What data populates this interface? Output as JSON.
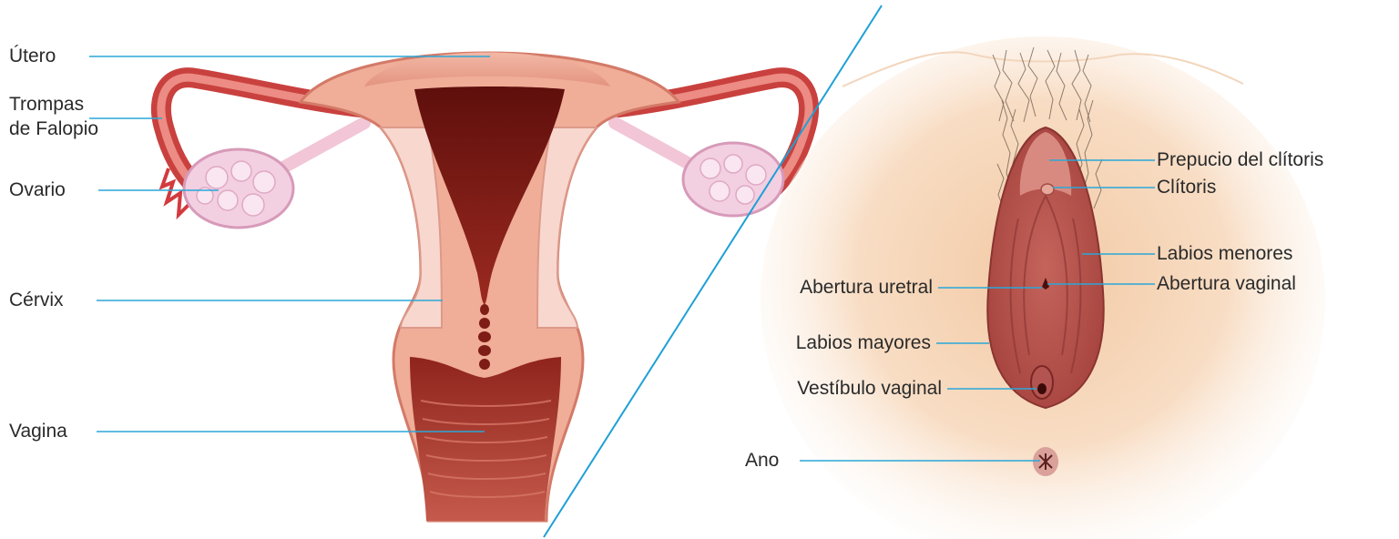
{
  "colors": {
    "leader_line": "#2aa7d8",
    "divider_line": "#1ea0d6",
    "tissue_pink": "#e9a38d",
    "tissue_dark": "#7e1c16",
    "skin": "#f7dcc0",
    "ovary": "#f3cfe2"
  },
  "internal_labels": {
    "utero": "Útero",
    "trompas_line1": "Trompas",
    "trompas_line2": "de Falopio",
    "ovario": "Ovario",
    "cervix": "Cérvix",
    "vagina": "Vagina"
  },
  "external_labels": {
    "prepucio": "Prepucio del clítoris",
    "clitoris": "Clítoris",
    "labios_menores": "Labios menores",
    "abertura_vaginal": "Abertura vaginal",
    "abertura_uretral": "Abertura uretral",
    "labios_mayores": "Labios mayores",
    "vestibulo": "Vestíbulo vaginal",
    "ano": "Ano"
  }
}
